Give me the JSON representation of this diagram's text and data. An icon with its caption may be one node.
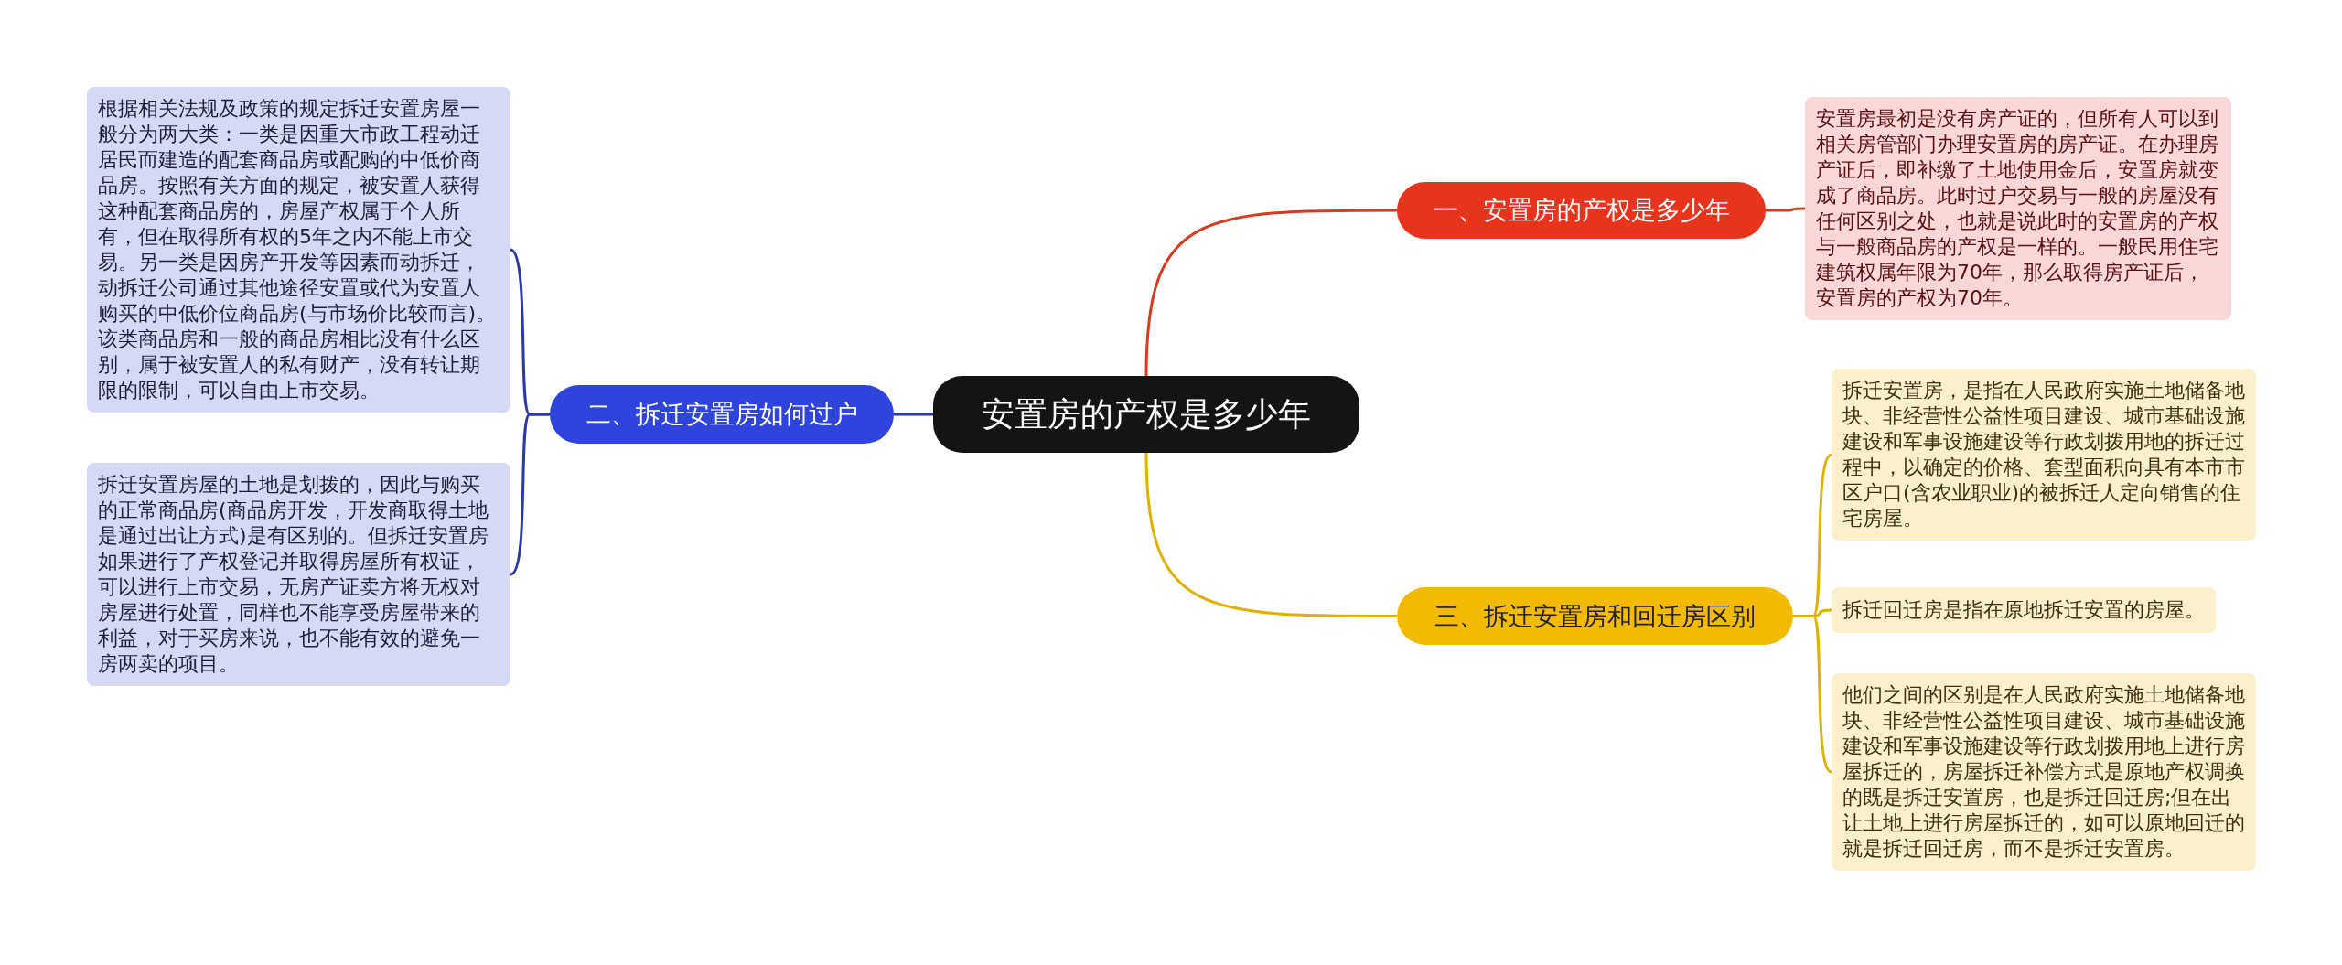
{
  "diagram": {
    "nodes": [
      {
        "text": [
          "安置房的产权是多少年"
        ]
      },
      {
        "text": [
          "一、安置房的产权是多少年"
        ]
      },
      {
        "text": [
          "安置房最初是没有房产证的，但所有人可以到相关房管部门办理安置房的房产证。在办理房产证后，即补缴了土地使用金后，安置房就变成了商品房。此时过户交易与一般的房屋没有任何区别之处，也就是说此时的安置房的产权与一般商品房的产权是一样的。一般民用住宅建筑权属年限为70年，那么取得房产证后，安置房的产权为70年。"
        ]
      },
      {
        "text": [
          "二、拆迁安置房如何过户"
        ]
      },
      {
        "text": [
          "根据相关法规及政策的规定拆迁安置房屋一般分为两大类：一类是因重大市政工程动迁居民而建造的配套商品房或配购的中低价商品房。按照有关方面的规定，被安置人获得这种配套商品房的，房屋产权属于个人所有，但在取得所有权的5年之内不能上市交易。另一类是因房产开发等因素而动拆迁，动拆迁公司通过其他途径安置或代为安置人购买的中低价位商品房(与市场价比较而言)。该类商品房和一般的商品房相比没有什么区别，属于被安置人的私有财产，没有转让期限的限制，可以自由上市交易。"
        ]
      },
      {
        "text": [
          "拆迁安置房屋的土地是划拨的，因此与购买的正常商品房(商品房开发，开发商取得土地是通过出让方式)是有区别的。但拆迁安置房如果进行了产权登记并取得房屋所有权证，可以进行上市交易，无房产证卖方将无权对房屋进行处置，同样也不能享受房屋带来的利益，对于买房来说，也不能有效的避免一房两卖的项目。"
        ]
      },
      {
        "text": [
          "三、拆迁安置房和回迁房区别"
        ]
      },
      {
        "text": [
          "拆迁安置房，是指在人民政府实施土地储备地块、非经营性公益性项目建设、城市基础设施建设和军事设施建设等行政划拨用地的拆迁过程中，以确定的价格、套型面积向具有本市市区户口(含农业职业)的被拆迁人定向销售的住宅房屋。"
        ]
      },
      {
        "text": [
          "拆迁回迁房是指在原地拆迁安置的房屋。"
        ]
      },
      {
        "text": [
          "他们之间的区别是在人民政府实施土地储备地块、非经营性公益性项目建设、城市基础设施建设和军事设施建设等行政划拨用地上进行房屋拆迁的，房屋拆迁补偿方式是原地产权调换的既是拆迁安置房，也是拆迁回迁房;但在出让土地上进行房屋拆迁的，如可以原地回迁的就是拆迁回迁房，而不是拆迁安置房。"
        ]
      }
    ],
    "edges": [
      {
        "from": 0,
        "to": 1,
        "arrow": "none",
        "color": "#d83a1e"
      },
      {
        "from": 1,
        "to": 2,
        "arrow": "none",
        "color": "#d83a1e"
      },
      {
        "from": 0,
        "to": 3,
        "arrow": "none",
        "color": "#2c3aa8"
      },
      {
        "from": 3,
        "to": 4,
        "arrow": "none",
        "color": "#2c3aa8"
      },
      {
        "from": 3,
        "to": 5,
        "arrow": "none",
        "color": "#2c3aa8"
      },
      {
        "from": 0,
        "to": 6,
        "arrow": "none",
        "color": "#e0b000"
      },
      {
        "from": 6,
        "to": 7,
        "arrow": "none",
        "color": "#e0b000"
      },
      {
        "from": 6,
        "to": 8,
        "arrow": "none",
        "color": "#e0b000"
      },
      {
        "from": 6,
        "to": 9,
        "arrow": "none",
        "color": "#e0b000"
      }
    ]
  }
}
